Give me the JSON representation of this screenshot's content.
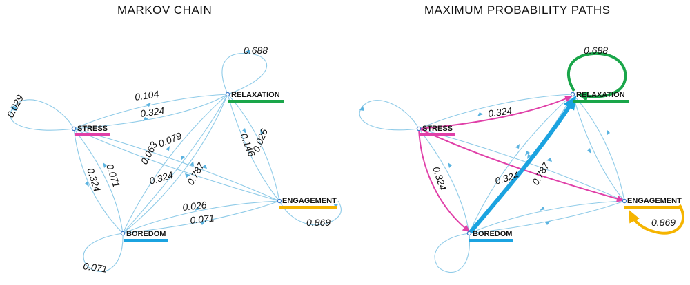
{
  "titles": {
    "left": "MARKOV CHAIN",
    "right": "MAXIMUM PROBABILITY PATHS"
  },
  "nodes": [
    {
      "id": "stress",
      "label": "STRESS",
      "color": "#e040a8"
    },
    {
      "id": "relaxation",
      "label": "RELAXATION",
      "color": "#1aa64a"
    },
    {
      "id": "engagement",
      "label": "ENGAGEMENT",
      "color": "#f5b400"
    },
    {
      "id": "boredom",
      "label": "BOREDOM",
      "color": "#1ba3e0"
    }
  ],
  "transitions": [
    {
      "from": "stress",
      "to": "stress",
      "p": "0.029"
    },
    {
      "from": "relaxation",
      "to": "relaxation",
      "p": "0.688"
    },
    {
      "from": "engagement",
      "to": "engagement",
      "p": "0.869"
    },
    {
      "from": "boredom",
      "to": "boredom",
      "p": "0.071"
    },
    {
      "from": "relaxation",
      "to": "stress",
      "p": "0.104"
    },
    {
      "from": "stress",
      "to": "relaxation",
      "p": "0.324"
    },
    {
      "from": "stress",
      "to": "boredom",
      "p": "0.324"
    },
    {
      "from": "boredom",
      "to": "stress",
      "p": "0.071"
    },
    {
      "from": "boredom",
      "to": "relaxation",
      "p": "0.063"
    },
    {
      "from": "relaxation",
      "to": "boredom",
      "p": "0.079"
    },
    {
      "from": "stress",
      "to": "engagement",
      "p": "0.324"
    },
    {
      "from": "boredom",
      "to": "relaxation",
      "p": "0.787"
    },
    {
      "from": "relaxation",
      "to": "engagement",
      "p": "0.146"
    },
    {
      "from": "engagement",
      "to": "relaxation",
      "p": "0.026"
    },
    {
      "from": "engagement",
      "to": "boredom",
      "p": "0.026"
    },
    {
      "from": "boredom",
      "to": "engagement",
      "p": "0.071"
    }
  ],
  "max_paths": [
    {
      "from": "stress",
      "to": "relaxation",
      "p": "0.324",
      "color": "#e040a8"
    },
    {
      "from": "stress",
      "to": "boredom",
      "p": "0.324",
      "color": "#e040a8"
    },
    {
      "from": "stress",
      "to": "engagement",
      "p": "0.324",
      "color": "#e040a8"
    },
    {
      "from": "boredom",
      "to": "relaxation",
      "p": "0.787",
      "color": "#1ba3e0"
    },
    {
      "from": "relaxation",
      "to": "relaxation",
      "p": "0.688",
      "color": "#1aa64a"
    },
    {
      "from": "engagement",
      "to": "engagement",
      "p": "0.869",
      "color": "#f5b400"
    }
  ],
  "colors": {
    "edge": "#8fcbe8",
    "arrow": "#5bb3e0",
    "node_ring": "#3a78c8"
  }
}
